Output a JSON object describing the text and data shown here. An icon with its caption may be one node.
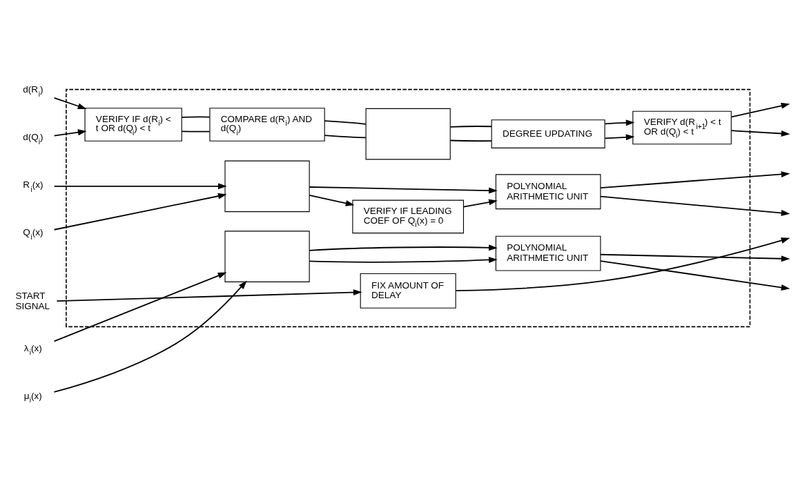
{
  "diagram": {
    "nodes": [
      {
        "text": [],
        "shape": "box"
      },
      {
        "text": [
          "d(R$_{i}$)"
        ]
      },
      {
        "text": [
          "d(Q$_{i}$)"
        ]
      },
      {
        "text": [
          "R$_{i}$(x)"
        ]
      },
      {
        "text": [
          "Q$_{i}$(x)"
        ]
      },
      {
        "text": [
          "START SIGNAL"
        ]
      },
      {
        "text": [
          "λ$_{i}$(x)"
        ]
      },
      {
        "text": [
          "μ$_{i}$(x)"
        ]
      },
      {
        "text": [
          "VERIFY IF d(R$_{i}$) < t OR d(Q$_{i}$) < t"
        ],
        "in": 0
      },
      {
        "text": [
          "COMPARE d(R$_{i}$) AND d(Q$_{i}$)"
        ],
        "in": 0
      },
      {
        "text": [],
        "shape": "box",
        "in": 0
      },
      {
        "text": [
          "DEGREE UPDATING"
        ],
        "in": 0
      },
      {
        "text": [
          "VERIFY d(R$_{i+1}$) < t OR d(Q$_{i}$) < t"
        ],
        "in": 0
      },
      {
        "text": [],
        "shape": "box",
        "in": 0
      },
      {
        "text": [
          "VERIFY IF LEADING COEF OF Q$_{i}$(x) = 0"
        ],
        "in": 0
      },
      {
        "text": [
          "POLYNOMIAL ARITHMETIC UNIT"
        ],
        "in": 0
      },
      {
        "text": [
          "FIX AMOUNT OF DELAY"
        ],
        "in": 0
      },
      {
        "text": [],
        "shape": "box",
        "in": 0
      },
      {
        "text": [
          "POLYNOMIAL ARITHMETIC UNIT"
        ],
        "in": 0
      }
    ],
    "edges": [
      {
        "from": 1,
        "to": 8,
        "arrow": "to"
      },
      {
        "from": 2,
        "to": 8,
        "arrow": "to"
      },
      {
        "from": 8,
        "to": 9,
        "arrow": "none"
      },
      {
        "from": 8,
        "to": 9,
        "arrow": "none"
      },
      {
        "from": 9,
        "to": 10,
        "arrow": "none"
      },
      {
        "from": 9,
        "to": 10,
        "arrow": "none"
      },
      {
        "from": 10,
        "to": 11,
        "arrow": "none"
      },
      {
        "from": 10,
        "to": 11,
        "arrow": "none"
      },
      {
        "from": 11,
        "to": 12,
        "arrow": "to"
      },
      {
        "from": 11,
        "to": 12,
        "arrow": "to"
      },
      {
        "from": 12,
        "to": null,
        "arrow": "to"
      },
      {
        "from": 12,
        "to": null,
        "arrow": "to"
      },
      {
        "from": 3,
        "to": 13,
        "arrow": "to"
      },
      {
        "from": 4,
        "to": 13,
        "arrow": "to"
      },
      {
        "from": 13,
        "to": 15,
        "arrow": "to"
      },
      {
        "from": 13,
        "to": 14,
        "arrow": "to"
      },
      {
        "from": 14,
        "to": 15,
        "arrow": "to"
      },
      {
        "from": 15,
        "to": null,
        "arrow": "to"
      },
      {
        "from": 15,
        "to": null,
        "arrow": "to"
      },
      {
        "from": 5,
        "to": 16,
        "arrow": "to"
      },
      {
        "from": 16,
        "to": null,
        "arrow": "to"
      },
      {
        "from": 6,
        "to": 17,
        "arrow": "to"
      },
      {
        "from": 7,
        "to": 17,
        "arrow": "to"
      },
      {
        "from": 17,
        "to": 18,
        "arrow": "to"
      },
      {
        "from": 17,
        "to": 18,
        "arrow": "to"
      },
      {
        "from": 18,
        "to": null,
        "arrow": "to"
      },
      {
        "from": 18,
        "to": null,
        "arrow": "to"
      }
    ]
  }
}
